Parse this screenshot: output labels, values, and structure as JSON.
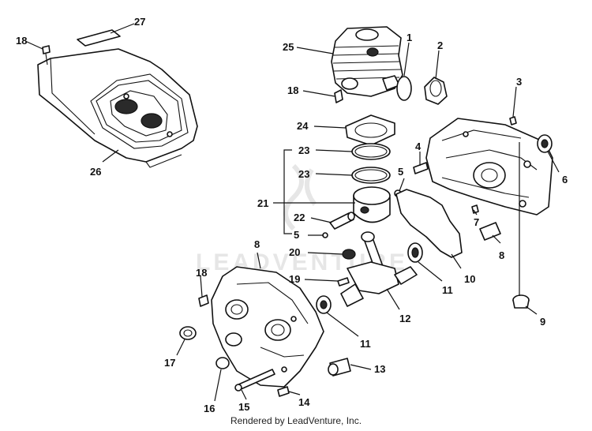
{
  "watermark": "LEADVENTURE",
  "footer": "Rendered by LeadVenture, Inc.",
  "callouts": [
    "27",
    "18",
    "26",
    "25",
    "1",
    "2",
    "18",
    "3",
    "24",
    "23",
    "23",
    "4",
    "5",
    "6",
    "21",
    "22",
    "7",
    "5",
    "8",
    "20",
    "8",
    "18",
    "10",
    "19",
    "11",
    "12",
    "9",
    "11",
    "17",
    "13",
    "16",
    "15",
    "14"
  ]
}
